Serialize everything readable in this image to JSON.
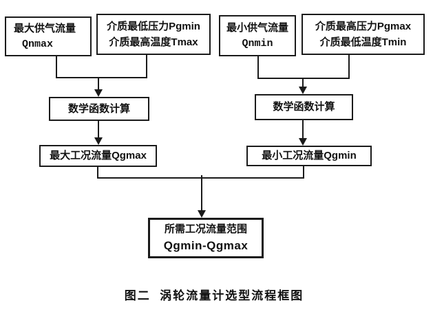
{
  "diagram": {
    "type": "flowchart",
    "caption": "图二  涡轮流量计选型流程框图",
    "colors": {
      "line": "#1a1a1a",
      "text": "#111111",
      "background": "#ffffff"
    },
    "nodes": {
      "qnmax": {
        "line1": "最大供气流量",
        "line2": "Qnmax"
      },
      "pgmin_tmax": {
        "line1": "介质最低压力Pgmin",
        "line2": "介质最高温度Tmax"
      },
      "qnmin": {
        "line1": "最小供气流量",
        "line2": "Qnmin"
      },
      "pgmax_tmin": {
        "line1": "介质最高压力Pgmax",
        "line2": "介质最低温度Tmin"
      },
      "calc_left": {
        "label": "数学函数计算"
      },
      "calc_right": {
        "label": "数学函数计算"
      },
      "qgmax": {
        "label": "最大工况流量Qgmax"
      },
      "qgmin": {
        "label": "最小工况流量Qgmin"
      },
      "range": {
        "line1": "所需工况流量范围",
        "line2": "Qgmin-Qgmax"
      }
    },
    "edges": [
      {
        "from": "qnmax",
        "to": "calc_left"
      },
      {
        "from": "pgmin_tmax",
        "to": "calc_left"
      },
      {
        "from": "calc_left",
        "to": "qgmax"
      },
      {
        "from": "qnmin",
        "to": "calc_right"
      },
      {
        "from": "pgmax_tmin",
        "to": "calc_right"
      },
      {
        "from": "calc_right",
        "to": "qgmin"
      },
      {
        "from": "qgmax",
        "to": "range"
      },
      {
        "from": "qgmin",
        "to": "range"
      }
    ]
  }
}
